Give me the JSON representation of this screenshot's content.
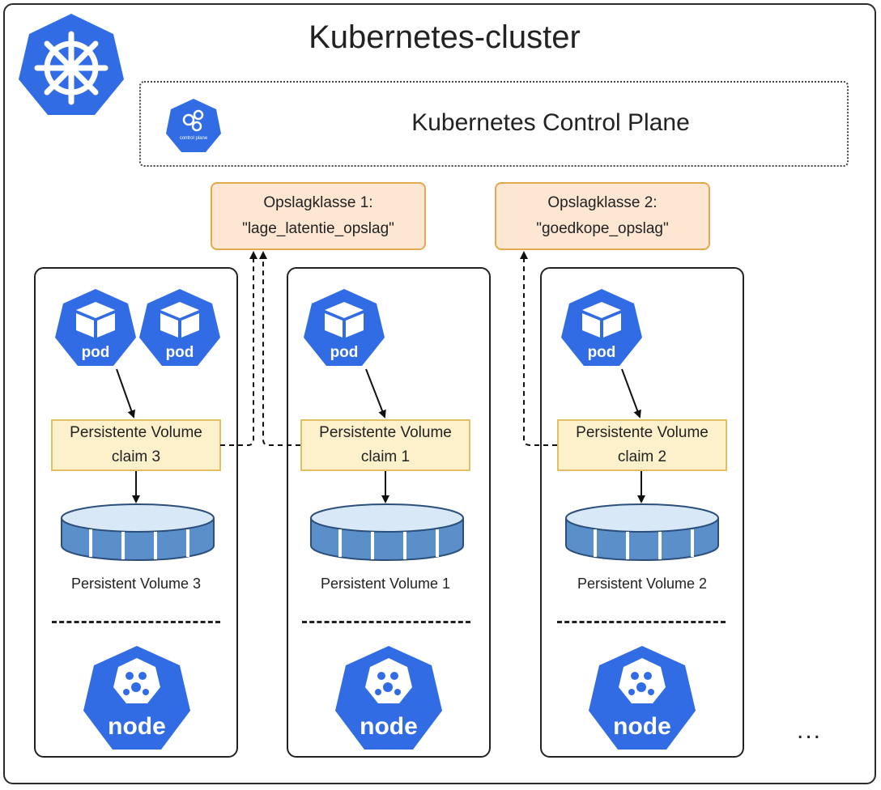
{
  "cluster": {
    "title": "Kubernetes-cluster"
  },
  "control_plane": {
    "label": "Kubernetes Control Plane",
    "icon_text": "control plane"
  },
  "storage_classes": [
    {
      "line1": "Opslagklasse 1:",
      "line2": "\"lage_latentie_opslag\""
    },
    {
      "line1": "Opslagklasse 2:",
      "line2": "\"goedkope_opslag\""
    }
  ],
  "nodes": [
    {
      "pvc_line1": "Persistente Volume",
      "pvc_line2": "claim 3",
      "pv_label": "Persistent Volume 3",
      "pod_label": "pod",
      "node_label": "node"
    },
    {
      "pvc_line1": "Persistente Volume",
      "pvc_line2": "claim 1",
      "pv_label": "Persistent Volume 1",
      "pod_label": "pod",
      "node_label": "node"
    },
    {
      "pvc_line1": "Persistente Volume",
      "pvc_line2": "claim 2",
      "pv_label": "Persistent Volume 2",
      "pod_label": "pod",
      "node_label": "node"
    }
  ],
  "ellipsis": "...",
  "colors": {
    "k8s_blue": "#326ce5",
    "storage_class_fill": "#fde6d2",
    "storage_class_border": "#e3a94f",
    "pvc_fill": "#fdf1cc",
    "pvc_border": "#e1bf62",
    "pv_fill": "#5b8fc9"
  }
}
